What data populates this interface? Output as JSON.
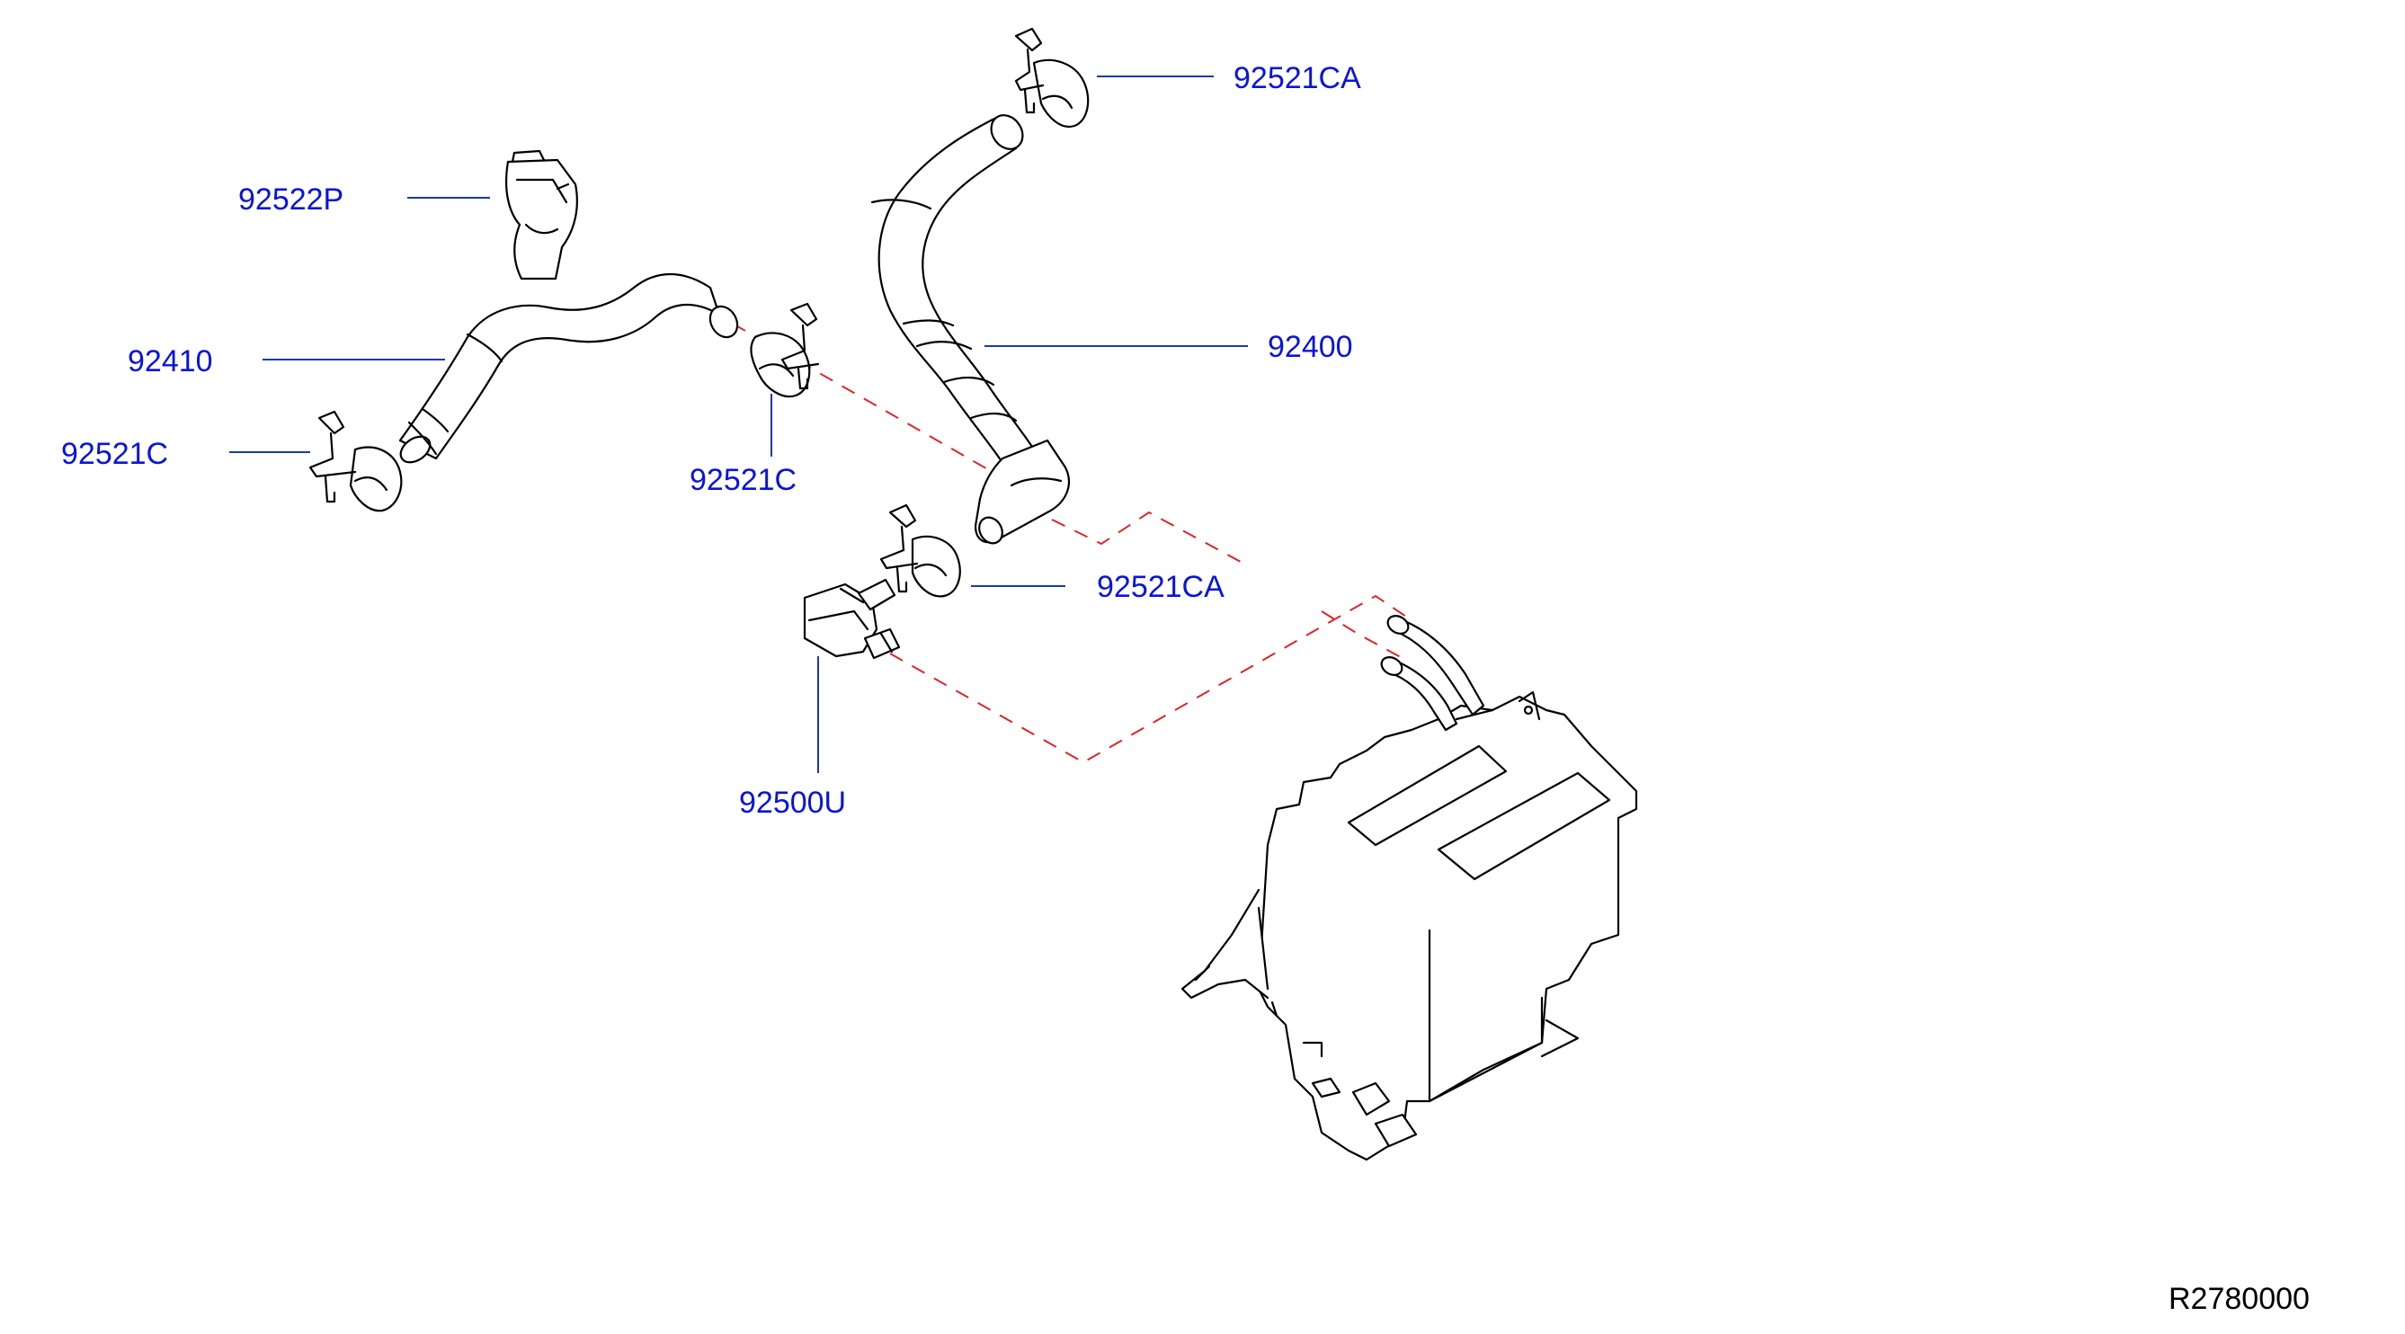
{
  "diagram": {
    "callouts": [
      {
        "id": "clip_top_right",
        "label": "92521CA"
      },
      {
        "id": "clip_holder",
        "label": "92522P"
      },
      {
        "id": "hose_main",
        "label": "92400"
      },
      {
        "id": "hose_inlet",
        "label": "92410"
      },
      {
        "id": "clip_left",
        "label": "92521C"
      },
      {
        "id": "clip_middle",
        "label": "92521C"
      },
      {
        "id": "clip_valve",
        "label": "92521CA"
      },
      {
        "id": "valve",
        "label": "92500U"
      }
    ],
    "reference_code": "R2780000"
  },
  "colors": {
    "callout_text": "#0a14d8",
    "leader_line": "#1a3aa8",
    "dashed_connector": "#e0232b",
    "drawing": "#000000"
  }
}
